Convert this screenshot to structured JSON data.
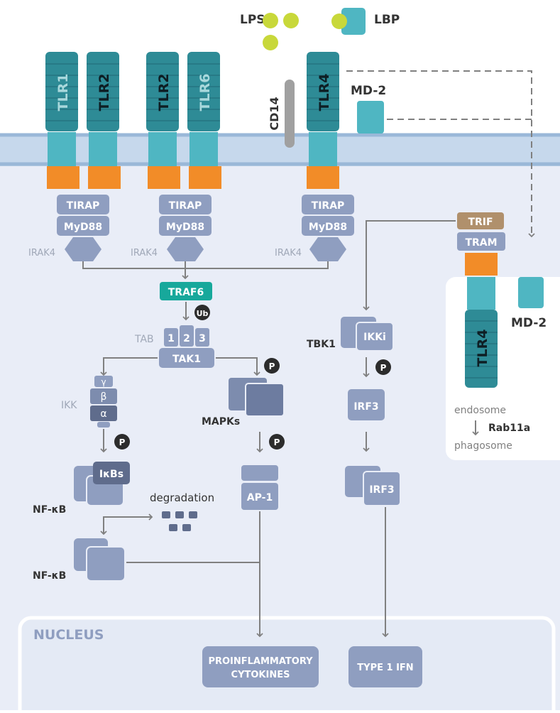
{
  "ligands": {
    "lps": "LPS",
    "lbp": "LBP",
    "cd14": "CD14",
    "md2_top": "MD-2",
    "md2_endo": "MD-2"
  },
  "receptors": {
    "tlr1": "TLR1",
    "tlr2a": "TLR2",
    "tlr2b": "TLR2",
    "tlr6": "TLR6",
    "tlr4": "TLR4",
    "tlr4_endo": "TLR4"
  },
  "adaptors": {
    "tirap": "TIRAP",
    "myd88": "MyD88",
    "irak4": "IRAK4",
    "trif": "TRIF",
    "tram": "TRAM"
  },
  "signaling": {
    "traf6": "TRAF6",
    "ub": "Ub",
    "tab": "TAB",
    "tab1": "1",
    "tab2": "2",
    "tab3": "3",
    "tak1": "TAK1",
    "ikk": "IKK",
    "gamma": "γ",
    "beta": "β",
    "alpha": "α",
    "p": "P",
    "ikbs": "IκBs",
    "nfkb": "NF-κB",
    "degradation": "degradation",
    "mapks": "MAPKs",
    "ap1": "AP-1",
    "tbk1": "TBK1",
    "ikki": "IKKi",
    "irf3": "IRF3"
  },
  "endosome": {
    "endosome": "endosome",
    "rab11a": "Rab11a",
    "phagosome": "phagosome"
  },
  "nucleus": {
    "label": "NUCLEUS",
    "cytokines_line1": "PROINFLAMMATORY",
    "cytokines_line2": "CYTOKINES",
    "ifn": "TYPE 1 IFN"
  },
  "colors": {
    "receptor": "#2e8b96",
    "stalk": "#4fb6c2",
    "tir": "#f28c28",
    "adaptor": "#8f9ec0",
    "traf6": "#17a89b",
    "trif": "#b0906c",
    "cytoplasm": "#e9edf7",
    "membrane": "#c6d8ec",
    "ligand": "#c8d83a"
  }
}
